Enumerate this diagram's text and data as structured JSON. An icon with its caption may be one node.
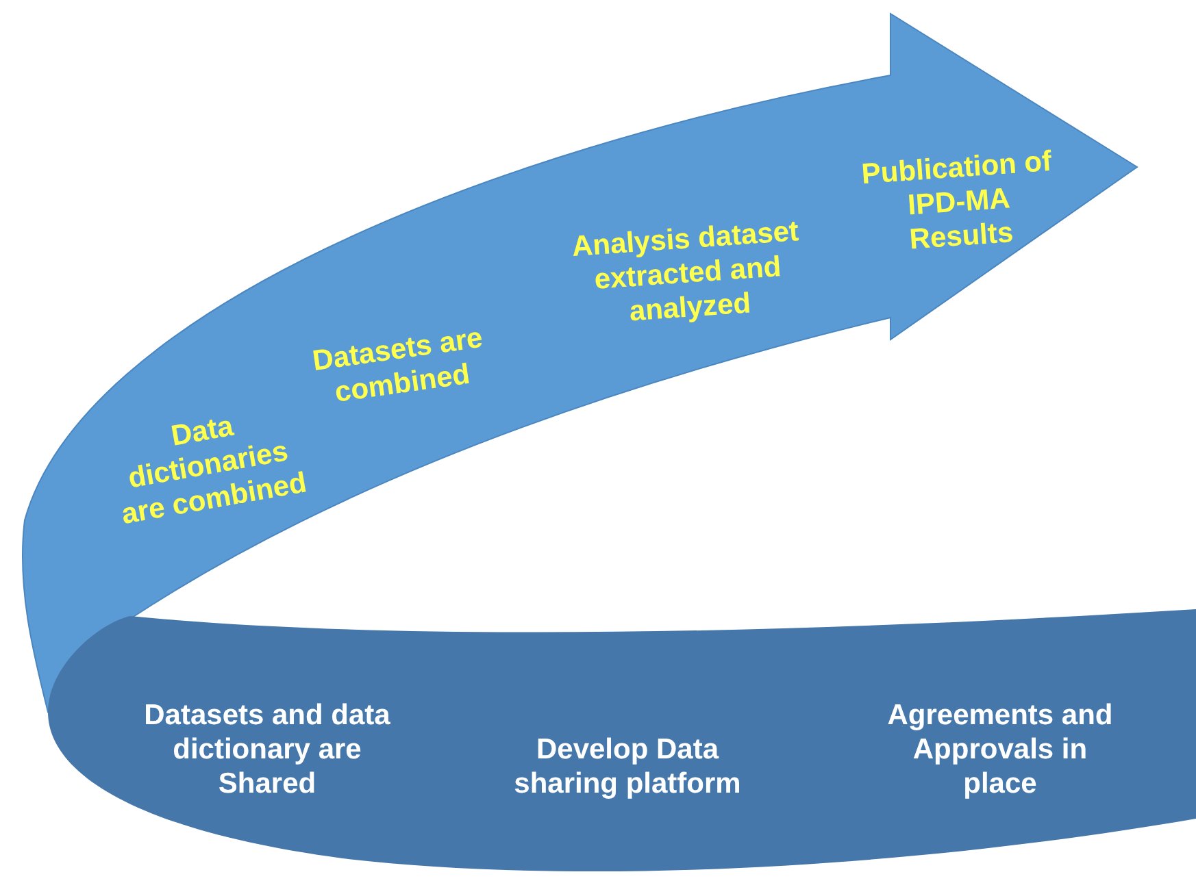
{
  "diagram": {
    "labels": [
      "Publication of IPD-MA Results",
      "Analysis dataset extracted and analyzed",
      "Datasets are combined",
      "Data dictionaries are combined",
      "Datasets and data dictionary are Shared",
      "Develop Data sharing platform",
      "Agreements and Approvals in place"
    ]
  }
}
